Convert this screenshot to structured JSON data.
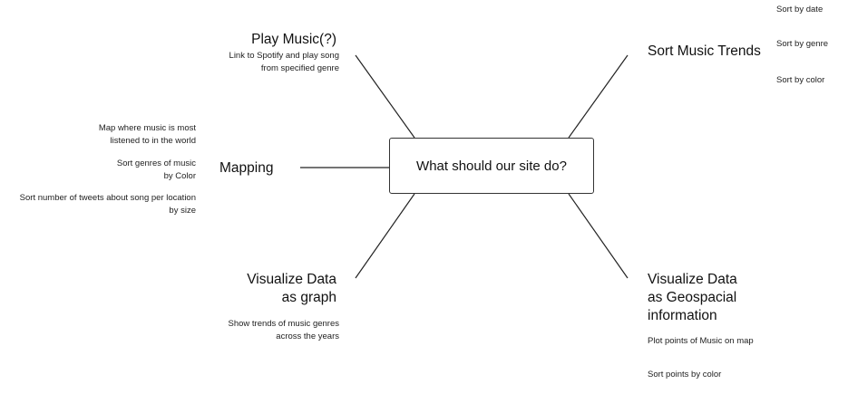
{
  "center": {
    "label": "What should our site do?"
  },
  "branches": {
    "play_music": {
      "title": "Play Music(?)",
      "notes": [
        "Link to Spotify and play song\nfrom specified genre"
      ]
    },
    "sort_trends": {
      "title": "Sort Music Trends",
      "notes": [
        "Sort by date",
        "Sort by genre",
        "Sort by color"
      ]
    },
    "mapping": {
      "title": "Mapping",
      "notes": [
        "Map where music is most\nlistened to in the world",
        "Sort genres of music\nby Color",
        "Sort number of tweets about song per location\nby size"
      ]
    },
    "graph": {
      "title": "Visualize Data\nas graph",
      "notes": [
        "Show trends of music genres\nacross the years"
      ]
    },
    "geo": {
      "title": "Visualize Data\nas Geospacial\ninformation",
      "notes": [
        "Plot points of Music on map",
        "Sort points by color"
      ]
    }
  },
  "colors": {
    "line": "#222222",
    "text": "#111111"
  }
}
